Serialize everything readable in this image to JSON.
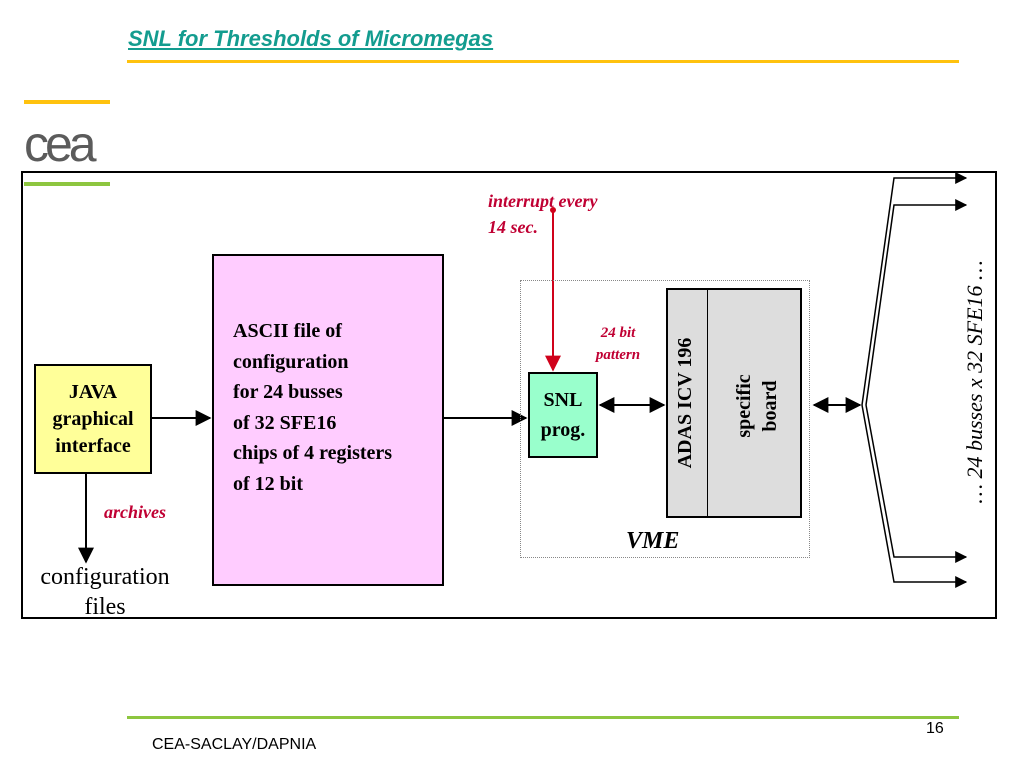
{
  "slide": {
    "title": "SNL for Thresholds of Micromegas",
    "footer_org": "CEA-SACLAY/DAPNIA",
    "page_number": "16",
    "logo_text": "cea"
  },
  "diagram": {
    "java_box": "JAVA graphical interface",
    "ascii_box_lines": [
      "ASCII file of",
      "configuration",
      "for 24 busses",
      "of 32 SFE16",
      "chips of 4 registers",
      "of 12 bit"
    ],
    "snl_box": "SNL prog.",
    "adas_label": "ADAS  ICV 196",
    "specific_board": "specific board",
    "vme_label": "VME",
    "interrupt_label": "interrupt every 14 sec.",
    "pattern_label": "24 bit pattern",
    "archives_label": "archives",
    "config_files_label": "configuration files",
    "busses_label": "…   24 busses  x 32 SFE16   …"
  },
  "colors": {
    "title": "#139C8F",
    "rule_top": "#FFC20E",
    "rule_bottom": "#8DC63F",
    "java_fill": "#FFFF99",
    "ascii_fill": "#FFCCFF",
    "snl_fill": "#99FFCC",
    "adas_fill": "#DDDDDD",
    "label_red": "#C00033"
  }
}
